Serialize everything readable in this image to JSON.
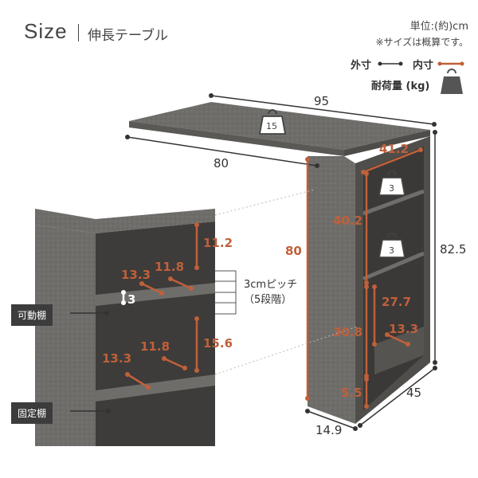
{
  "header": {
    "size_word": "Size",
    "product_name": "伸長テーブル",
    "unit_note": "単位:(約)cm",
    "approx_note": "※サイズは概算です。"
  },
  "legend": {
    "outer_label": "外寸",
    "inner_label": "内寸",
    "load_label": "耐荷量 (kg)"
  },
  "colors": {
    "outer_line": "#333333",
    "inner_line": "#c0603a",
    "concrete": "#6e6d6a",
    "concrete_light": "#8a8986",
    "load_icon": "#555555"
  },
  "outer_dims": {
    "top_width": "95",
    "top_depth": "80",
    "height_table": "80",
    "height_total": "82.5",
    "depth_side": "45",
    "base_width": "14.9"
  },
  "inner_dims": {
    "shelf_top_width": "41.2",
    "shelf_upper_height": "40.2",
    "shelf_lower_height": "30.8",
    "shelf_lower_inner": "27.7",
    "shelf_lower_depth": "13.3",
    "shelf_bottom_gap": "5.5",
    "detail_top_gap": "11.2",
    "detail_adj_depth": "13.3",
    "detail_adj_width": "11.8",
    "detail_adj_small": "3",
    "detail_mid_height": "15.6",
    "detail_fix_depth": "13.3",
    "detail_fix_width": "11.8"
  },
  "loads": {
    "top_load": "15",
    "shelf_load_1": "3",
    "shelf_load_2": "3"
  },
  "callouts": {
    "movable_shelf": "可動棚",
    "fixed_shelf": "固定棚",
    "pitch_line1": "3cmピッチ",
    "pitch_line2": "（5段階）"
  }
}
